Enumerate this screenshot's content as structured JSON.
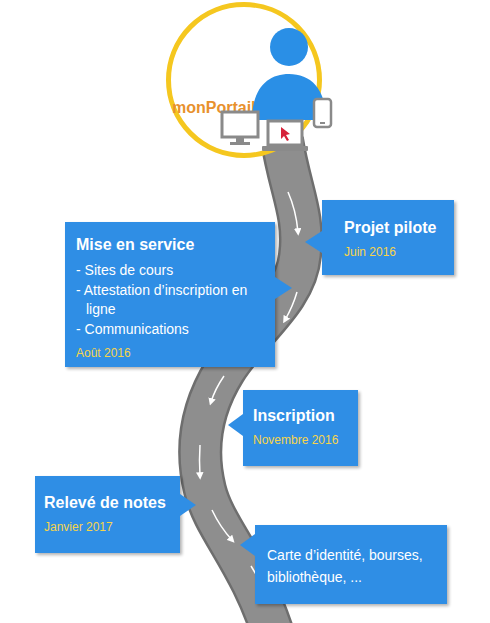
{
  "diagram": {
    "nodes": [
      {
        "text": [
          "monPortail"
        ]
      },
      {
        "text": [
          "Projet pilote",
          "Juin 2016"
        ]
      },
      {
        "text": [
          "Mise en service",
          "- Sites de cours",
          "- Attestation d’inscription en ligne",
          "- Communications",
          "Août 2016"
        ]
      },
      {
        "text": [
          "Inscription",
          "Novembre 2016"
        ]
      },
      {
        "text": [
          "Relevé de notes",
          "Janvier 2017"
        ]
      },
      {
        "text": [
          "Carte d’identité, bourses, bibliothèque, ..."
        ]
      }
    ]
  }
}
